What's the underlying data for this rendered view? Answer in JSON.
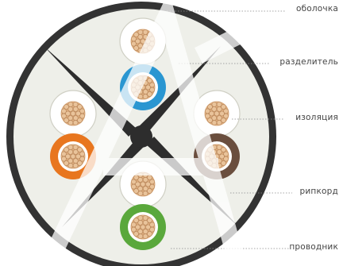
{
  "labels": {
    "sheath": "оболочка",
    "separator": "разделитель",
    "insulation": "изоляция",
    "ripcord": "рипкорд",
    "conductor": "проводник"
  },
  "colors": {
    "sheath_ring": "#333333",
    "cable_fill": "#eeefe9",
    "separator": "#2d2d2d",
    "pair1_solid": "#2a96d1",
    "pair2_solid": "#e8761f",
    "pair3_solid": "#6a4e3e",
    "pair4_solid": "#5aa83c",
    "striped_insulation": "#ffffff",
    "copper": "#dcab7c",
    "watermark": "#cfcfcf",
    "leader_line": "#8a8a8a"
  }
}
